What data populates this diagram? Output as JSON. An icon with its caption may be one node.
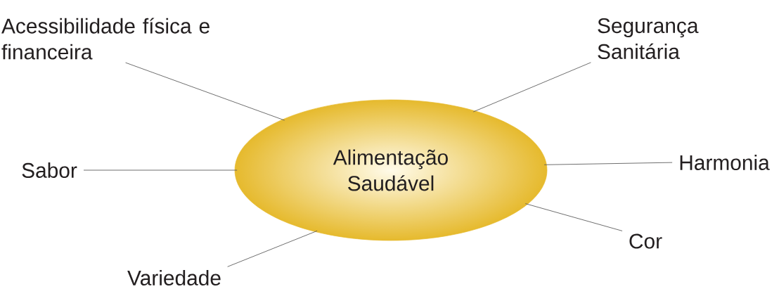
{
  "diagram": {
    "nodes": [
      {
        "text": [
          "Alimentação Saudável"
        ]
      },
      {
        "text": [
          "Acessibilidade física e financeira"
        ]
      },
      {
        "text": [
          "Segurança Sanitária"
        ]
      },
      {
        "text": [
          "Sabor"
        ]
      },
      {
        "text": [
          "Harmonia"
        ]
      },
      {
        "text": [
          "Cor"
        ]
      },
      {
        "text": [
          "Variedade"
        ]
      }
    ],
    "edges": [
      {
        "from": 1,
        "to": 0,
        "arrow": "none"
      },
      {
        "from": 2,
        "to": 0,
        "arrow": "none"
      },
      {
        "from": 3,
        "to": 0,
        "arrow": "none"
      },
      {
        "from": 4,
        "to": 0,
        "arrow": "none"
      },
      {
        "from": 5,
        "to": 0,
        "arrow": "none"
      },
      {
        "from": 6,
        "to": 0,
        "arrow": "none"
      }
    ]
  }
}
